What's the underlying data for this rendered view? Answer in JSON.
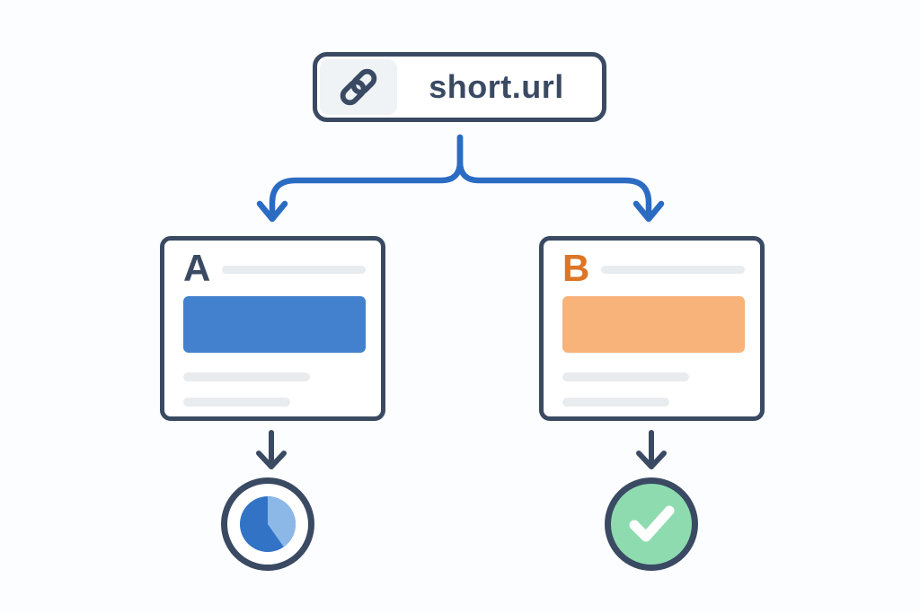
{
  "diagram": {
    "name": "short-url-ab-test",
    "background": "#fcfdfe"
  },
  "url_box": {
    "label": "short.url",
    "icon": "link-icon",
    "border_color": "#3a4a63",
    "icon_panel_color": "#f0f3f6",
    "text_color": "#3a4a63"
  },
  "connectors": {
    "branch_color": "#2b6cc3",
    "arrow_color": "#3a4a63"
  },
  "placeholders": {
    "color": "#e9ecef"
  },
  "variants": [
    {
      "label": "A",
      "label_color": "#3a4a63",
      "banner_color": "#4381ce",
      "result": {
        "type": "pie-chart",
        "icon": "pie-chart-icon",
        "ring_color": "#3a4a63",
        "segments": [
          {
            "name": "primary",
            "color": "#3273c5",
            "percent": 60
          },
          {
            "name": "secondary",
            "color": "#8cb8e8",
            "percent": 40
          }
        ]
      }
    },
    {
      "label": "B",
      "label_color": "#dd7524",
      "banner_color": "#f7b379",
      "result": {
        "type": "success-check",
        "icon": "check-icon",
        "ring_color": "#3a4a63",
        "circle_color": "#8edbb0",
        "check_color": "#ffffff"
      }
    }
  ]
}
